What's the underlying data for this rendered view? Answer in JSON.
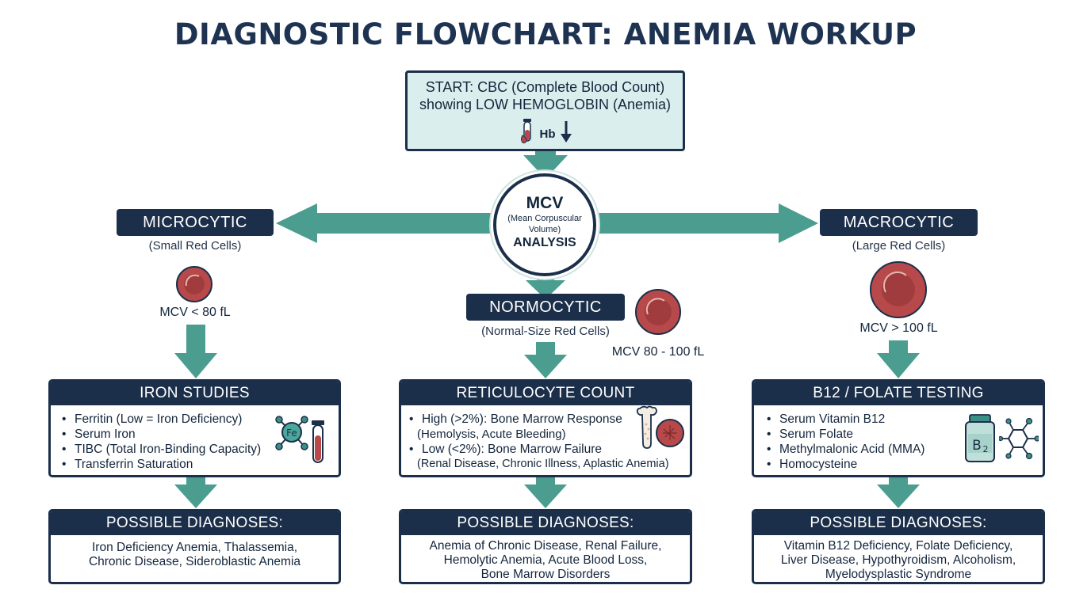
{
  "title": "DIAGNOSTIC FLOWCHART: ANEMIA WORKUP",
  "start": {
    "line1": "START: CBC (Complete Blood Count)",
    "line2": "showing LOW HEMOGLOBIN (Anemia)",
    "hb_label": "Hb"
  },
  "mcv": {
    "label": "MCV",
    "full_line1": "(Mean Corpuscular",
    "full_line2": "Volume)",
    "analysis": "ANALYSIS"
  },
  "branches": {
    "microcytic": {
      "label": "MICROCYTIC",
      "description": "(Small Red Cells)",
      "mcv_range": "MCV < 80 fL",
      "test": {
        "title": "IRON STUDIES",
        "items": [
          "Ferritin (Low = Iron Deficiency)",
          "Serum Iron",
          "TIBC (Total Iron-Binding Capacity)",
          "Transferrin Saturation"
        ]
      },
      "diagnoses": {
        "title": "POSSIBLE DIAGNOSES:",
        "lines": [
          "Iron Deficiency Anemia, Thalassemia,",
          "Chronic Disease, Sideroblastic Anemia"
        ]
      },
      "icon_names": [
        "red-blood-cell-icon",
        "iron-molecule-icon",
        "test-tube-icon"
      ]
    },
    "normocytic": {
      "label": "NORMOCYTIC",
      "description": "(Normal-Size Red Cells)",
      "mcv_range": "MCV 80 - 100 fL",
      "test": {
        "title": "RETICULOCYTE COUNT",
        "items": [
          {
            "main": "High (>2%): Bone Marrow Response",
            "detail": "(Hemolysis, Acute Bleeding)"
          },
          {
            "main": "Low (<2%): Bone Marrow Failure",
            "detail": "(Renal Disease, Chronic Illness, Aplastic Anemia)"
          }
        ]
      },
      "diagnoses": {
        "title": "POSSIBLE DIAGNOSES:",
        "lines": [
          "Anemia of Chronic Disease, Renal Failure,",
          "Hemolytic Anemia, Acute Blood Loss,",
          "Bone Marrow Disorders"
        ]
      },
      "icon_names": [
        "red-blood-cell-icon",
        "bone-icon",
        "reticulocyte-icon"
      ]
    },
    "macrocytic": {
      "label": "MACROCYTIC",
      "description": "(Large Red Cells)",
      "mcv_range": "MCV > 100 fL",
      "test": {
        "title": "B12 / FOLATE TESTING",
        "items": [
          "Serum Vitamin B12",
          "Serum Folate",
          "Methylmalonic Acid (MMA)",
          "Homocysteine"
        ]
      },
      "diagnoses": {
        "title": "POSSIBLE DIAGNOSES:",
        "lines": [
          "Vitamin B12 Deficiency, Folate Deficiency,",
          "Liver Disease, Hypothyroidism, Alcoholism,",
          "Myelodysplastic Syndrome"
        ]
      },
      "icon_names": [
        "red-blood-cell-icon",
        "b12-bottle-icon",
        "molecule-icon"
      ]
    }
  },
  "icon_text": {
    "iron_symbol": "Fe",
    "b12_symbol": "B",
    "b12_subscript": "2"
  },
  "colors": {
    "navy": "#1c2f4a",
    "teal_arrow": "#4a9d8f",
    "start_fill": "#dbeeee",
    "rbc_fill": "#b7494a"
  }
}
